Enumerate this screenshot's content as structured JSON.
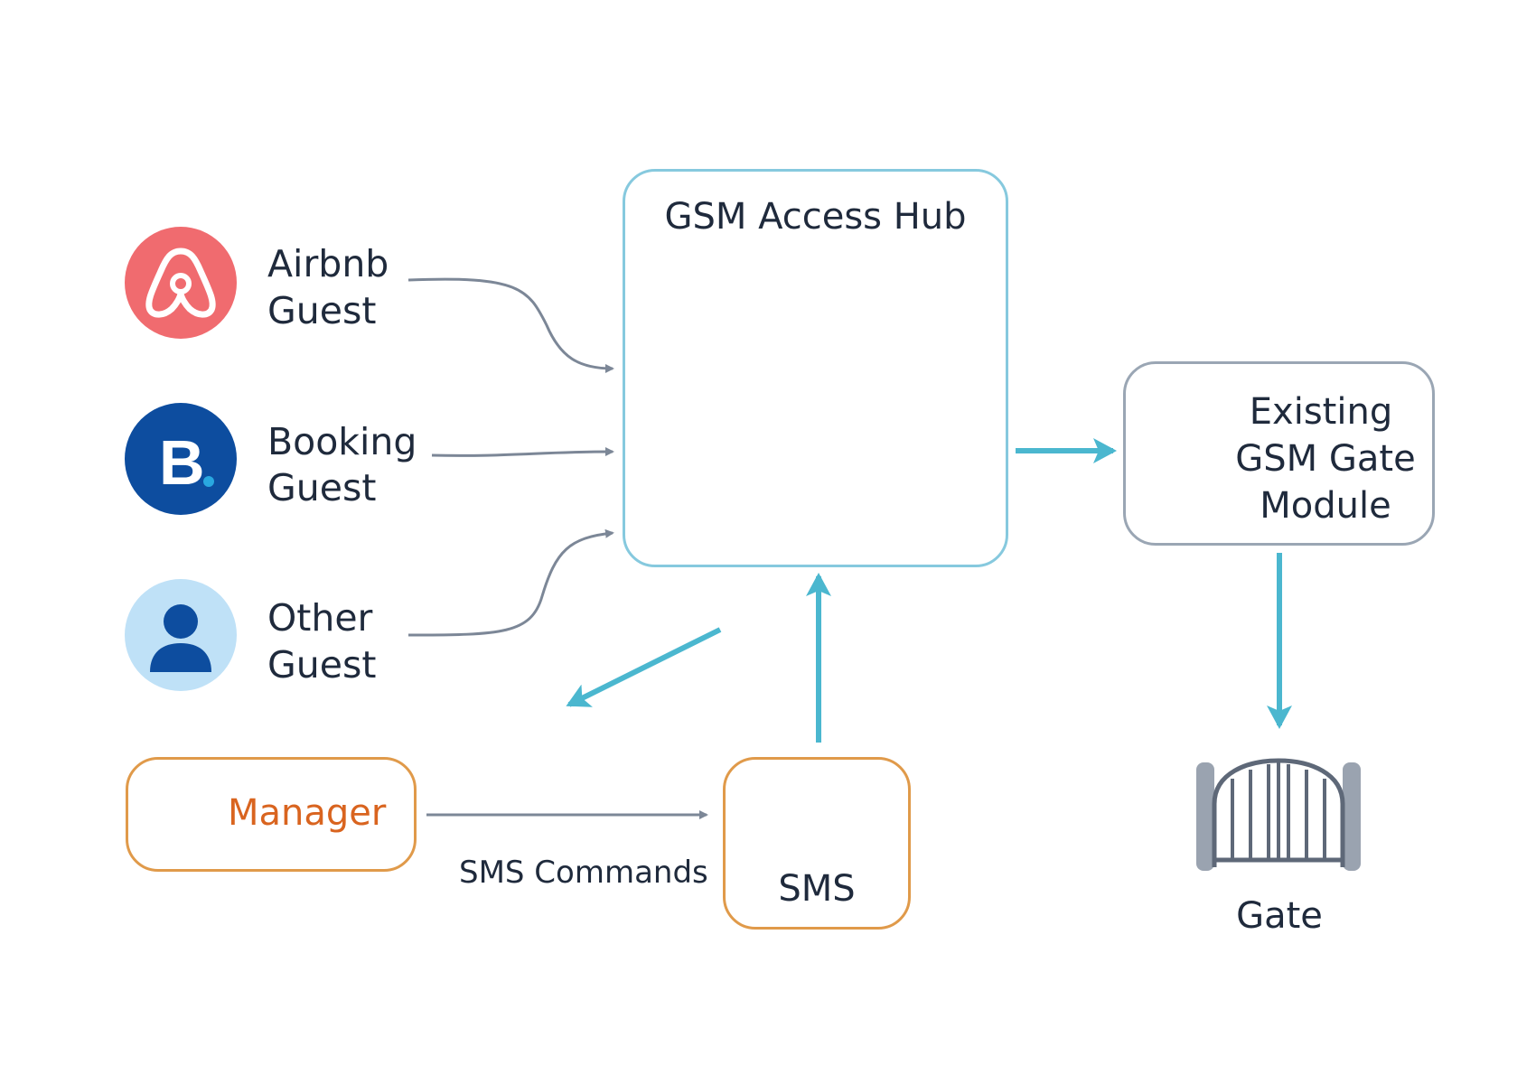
{
  "hub": {
    "title": "GSM Access Hub"
  },
  "guests": [
    {
      "line1": "Airbnb",
      "line2": "Guest",
      "icon": "airbnb-logo-icon",
      "color": "#f06b6f"
    },
    {
      "line1": "Booking",
      "line2": "Guest",
      "icon": "booking-logo-icon",
      "color": "#0d4d9f"
    },
    {
      "line1": "Other",
      "line2": "Guest",
      "icon": "person-icon",
      "color": "#bfe1f7"
    }
  ],
  "gate_module": {
    "line1": "Existing",
    "line2": "GSM Gate",
    "line3": "Module",
    "icon": "antenna-icon"
  },
  "gate": {
    "label": "Gate",
    "icon": "gate-icon"
  },
  "manager": {
    "label": "Manager",
    "icon": "smartphone-icon",
    "color": "#d9641f"
  },
  "sms": {
    "label": "SMS",
    "icon": "chat-bubble-icon",
    "color": "#e09a4a"
  },
  "sms_commands": {
    "label": "SMS Commands"
  },
  "colors": {
    "accent": "#4bb7cf",
    "connector": "#7c8797",
    "text": "#1f2a3c"
  }
}
